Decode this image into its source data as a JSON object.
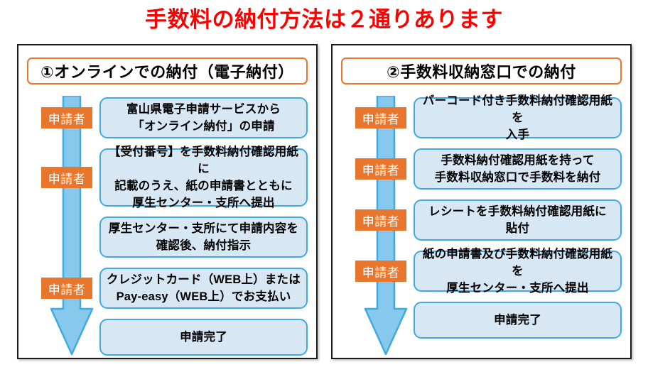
{
  "title": "手数料の納付方法は２通りあります",
  "colors": {
    "title_red": "#FF0000",
    "accent_orange": "#E8762C",
    "box_fill_blue": "#D7E7F4",
    "box_border_blue": "#3FA9E0",
    "arrow_fill": "#86C9EC",
    "arrow_border": "#3FA9E0",
    "panel_border": "#1A1A1A"
  },
  "panels": [
    {
      "id": "online",
      "header": "①オンラインでの納付（電子納付）",
      "arrow": "down-arrow",
      "steps": [
        {
          "actor": "申請者",
          "has_actor": true,
          "text": "富山県電子申請サービスから\n「オンライン納付」の申請"
        },
        {
          "actor": "申請者",
          "has_actor": true,
          "text": "【受付番号】を手数料納付確認用紙に\n記載のうえ、紙の申請書とともに\n厚生センター・支所へ提出"
        },
        {
          "actor": "",
          "has_actor": false,
          "text": "厚生センター・支所にて申請内容を\n確認後、納付指示"
        },
        {
          "actor": "申請者",
          "has_actor": true,
          "text": "クレジットカード（WEB上）または\nPay-easy（WEB上）でお支払い"
        },
        {
          "actor": "",
          "has_actor": false,
          "text": "申請完了"
        }
      ]
    },
    {
      "id": "counter",
      "header": "②手数料収納窓口での納付",
      "arrow": "down-arrow",
      "steps": [
        {
          "actor": "申請者",
          "has_actor": true,
          "text": "バーコード付き手数料納付確認用紙を\n入手"
        },
        {
          "actor": "申請者",
          "has_actor": true,
          "text": "手数料納付確認用紙を持って\n手数料収納窓口で手数料を納付"
        },
        {
          "actor": "申請者",
          "has_actor": true,
          "text": "レシートを手数料納付確認用紙に\n貼付"
        },
        {
          "actor": "申請者",
          "has_actor": true,
          "text": "紙の申請書及び手数料納付確認用紙を\n厚生センター・支所へ提出"
        },
        {
          "actor": "",
          "has_actor": false,
          "text": "申請完了"
        }
      ]
    }
  ]
}
